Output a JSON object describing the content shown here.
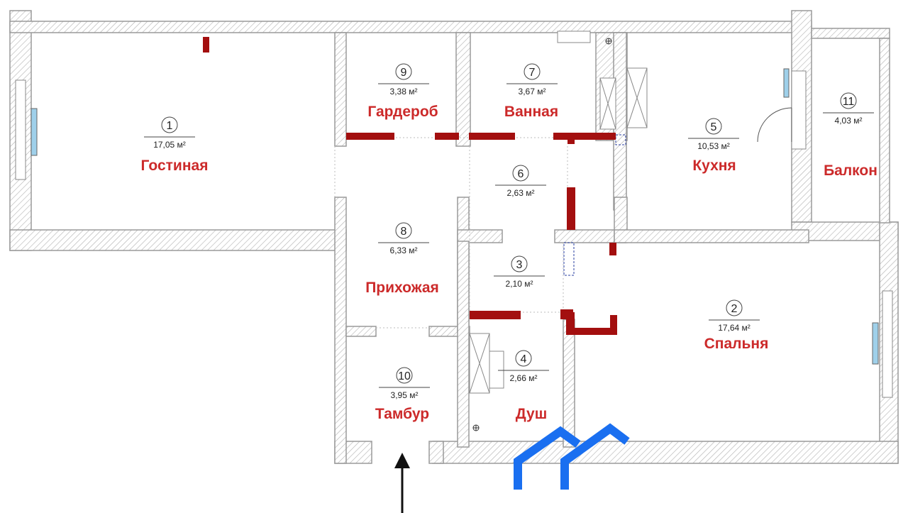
{
  "plan": {
    "rooms": [
      {
        "id": "living",
        "number": "1",
        "area": "17,05 м²",
        "name": "Гостиная"
      },
      {
        "id": "bedroom",
        "number": "2",
        "area": "17,64 м²",
        "name": "Спальня"
      },
      {
        "id": "hall3",
        "number": "3",
        "area": "2,10 м²",
        "name": ""
      },
      {
        "id": "shower",
        "number": "4",
        "area": "2,66 м²",
        "name": "Душ"
      },
      {
        "id": "kitchen",
        "number": "5",
        "area": "10,53 м²",
        "name": "Кухня"
      },
      {
        "id": "hall6",
        "number": "6",
        "area": "2,63 м²",
        "name": ""
      },
      {
        "id": "bathroom",
        "number": "7",
        "area": "3,67 м²",
        "name": "Ванная"
      },
      {
        "id": "entrance",
        "number": "8",
        "area": "6,33 м²",
        "name": "Прихожая"
      },
      {
        "id": "wardrobe",
        "number": "9",
        "area": "3,38 м²",
        "name": "Гардероб"
      },
      {
        "id": "vestibule",
        "number": "10",
        "area": "3,95 м²",
        "name": "Тамбур"
      },
      {
        "id": "balcony",
        "number": "11",
        "area": "4,03 м²",
        "name": "Балкон"
      }
    ],
    "colors": {
      "room_label": "#cc2a2a",
      "demolished_wall": "#a30f0f",
      "wall_hatch": "#9a9a9a",
      "window": "#9fd0ea",
      "watermark": "#1a6ff0"
    },
    "icons": [
      "entrance-arrow-icon",
      "door-swing-icon",
      "riser-icon",
      "watermark-logo-icon"
    ]
  }
}
